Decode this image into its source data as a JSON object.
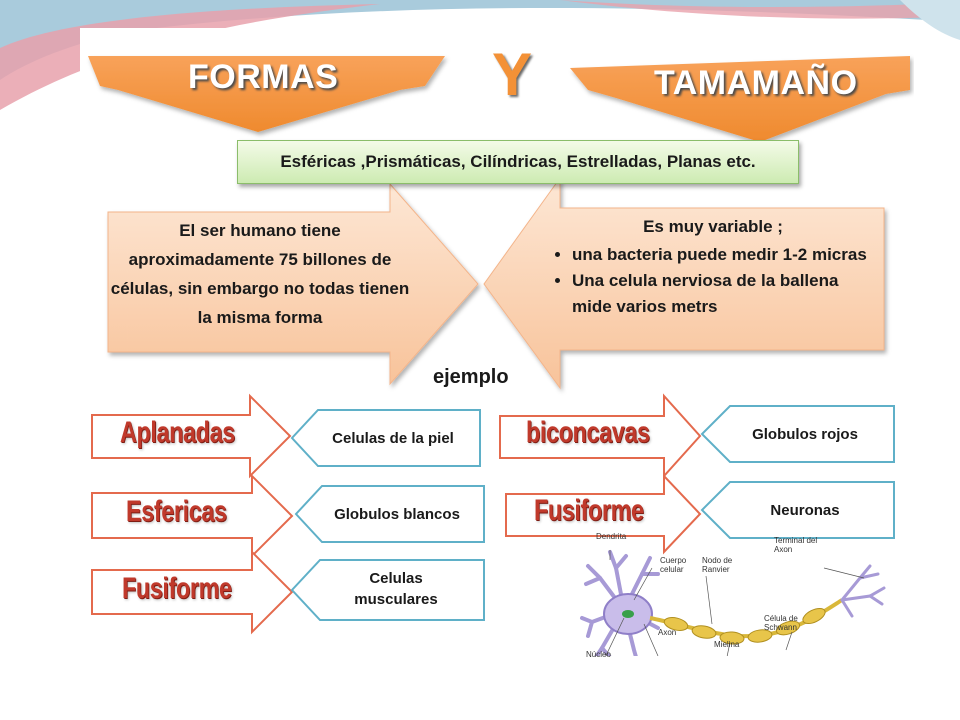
{
  "titles": {
    "formas": "FORMAS",
    "y": "Y",
    "tamano": "TAMAMAÑO"
  },
  "formas_list": "Esféricas ,Prismáticas, Cilíndricas, Estrelladas, Planas etc.",
  "left_text": "El ser humano tiene aproximadamente 75 billones de células, sin embargo no todas tienen la misma forma",
  "right": {
    "heading": "Es muy variable ;",
    "items": [
      "una bacteria puede medir 1-2 micras",
      "Una celula nerviosa de la ballena mide varios metrs"
    ]
  },
  "ejemplo": "ejemplo",
  "examples_left": [
    {
      "shape": "Aplanadas",
      "example": "Celulas de la piel"
    },
    {
      "shape": "Esfericas",
      "example": "Globulos blancos"
    },
    {
      "shape": "Fusiforme",
      "example": "Celulas musculares"
    }
  ],
  "examples_right": [
    {
      "shape": "biconcavas",
      "example": "Globulos rojos"
    },
    {
      "shape": "Fusiforme",
      "example": "Neuronas"
    }
  ],
  "neuron_labels": {
    "dendrita": "Dendrita",
    "cuerpo_celular": "Cuerpo celular",
    "nodo_ranvier": "Nodo de Ranvier",
    "terminal_axon": "Terminal del Axon",
    "axon": "Axon",
    "nucleo": "Núcleo",
    "mielina": "Mielina",
    "celula_schwann": "Célula de Schwann"
  },
  "colors": {
    "orange": "#f39137",
    "peach": "#fbd2b0",
    "green_box": "#d6efbf",
    "red_word": "#c0392b",
    "teal_border": "#5fb0c8",
    "accent_pink": "#e8a1ab",
    "accent_blue": "#a9cbdc"
  }
}
